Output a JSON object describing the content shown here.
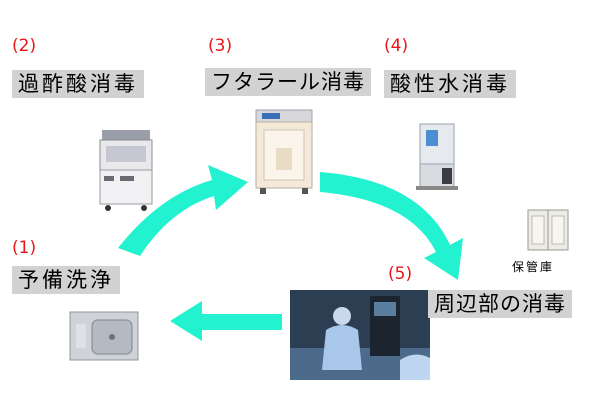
{
  "colors": {
    "number": "#e8161b",
    "arrow": "#22f2cf",
    "label_bg": "#d2d2d2"
  },
  "steps": [
    {
      "number": "(1)",
      "label": "予備洗浄"
    },
    {
      "number": "(2)",
      "label": "過酢酸消毒"
    },
    {
      "number": "(3)",
      "label": "フタラール消毒"
    },
    {
      "number": "(4)",
      "label": "酸性水消毒"
    },
    {
      "number": "(5)",
      "label": "周辺部の消毒"
    }
  ],
  "storage_label": "保管庫"
}
